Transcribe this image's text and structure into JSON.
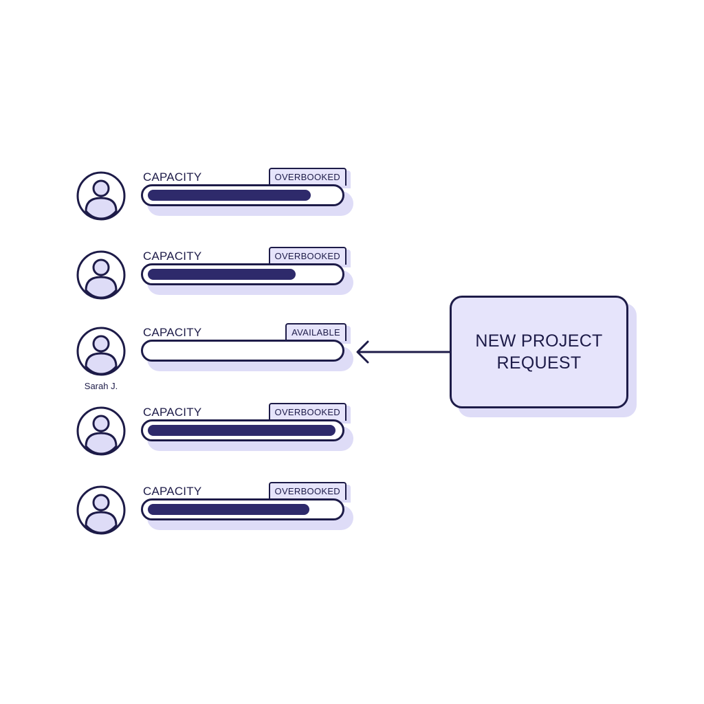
{
  "colors": {
    "ink": "#1d1b48",
    "fill": "#2e2a6b",
    "tint": "#e6e4fb",
    "shadow": "#dedcf7"
  },
  "members": [
    {
      "capacity_label": "CAPACITY",
      "status": "OVERBOOKED",
      "load": 0.86,
      "name": ""
    },
    {
      "capacity_label": "CAPACITY",
      "status": "OVERBOOKED",
      "load": 0.78,
      "name": ""
    },
    {
      "capacity_label": "CAPACITY",
      "status": "AVAILABLE",
      "load": 0.0,
      "name": "Sarah J."
    },
    {
      "capacity_label": "CAPACITY",
      "status": "OVERBOOKED",
      "load": 0.99,
      "name": ""
    },
    {
      "capacity_label": "CAPACITY",
      "status": "OVERBOOKED",
      "load": 0.85,
      "name": ""
    }
  ],
  "request": {
    "label": "NEW PROJECT REQUEST"
  },
  "icons": {
    "avatar": "user-avatar-icon",
    "arrow": "arrow-left-icon"
  }
}
